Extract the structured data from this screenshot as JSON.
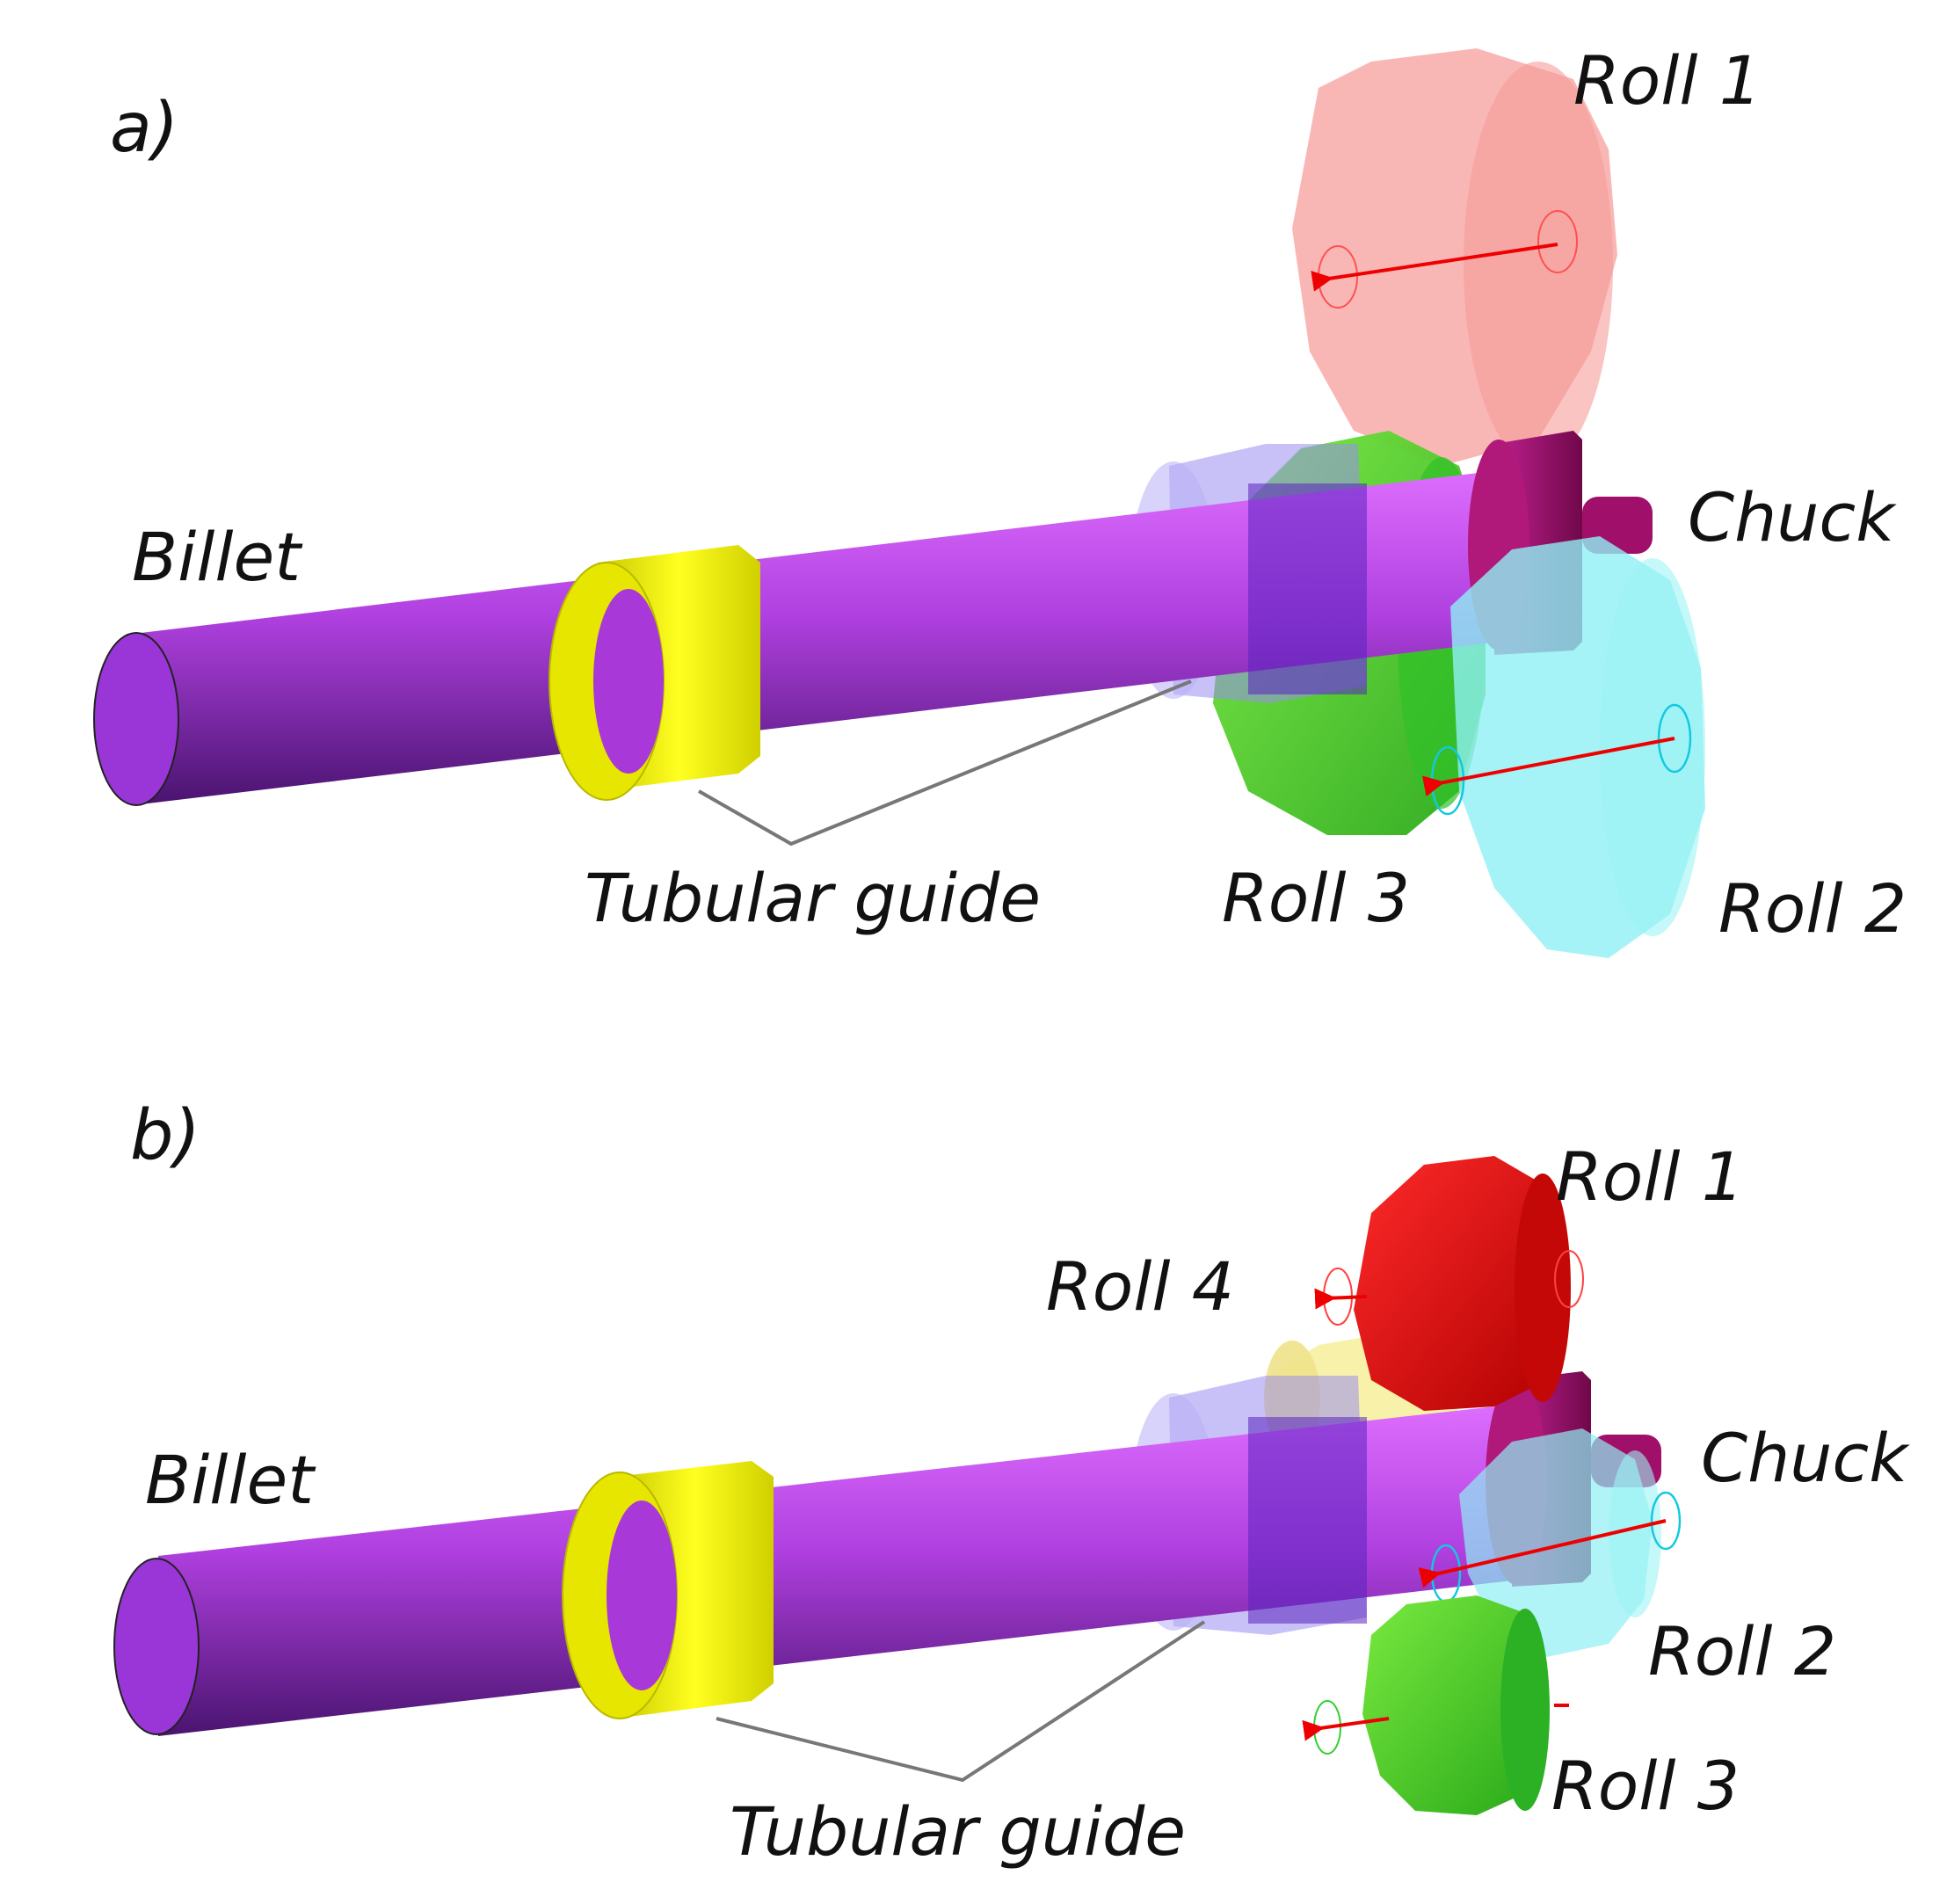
{
  "panels": [
    {
      "id": "a",
      "panel_label": "a)",
      "labels": {
        "billet": "Billet",
        "chuck": "Chuck",
        "roll1": "Roll 1",
        "roll2": "Roll 2",
        "roll3": "Roll 3",
        "guide": "Tubular guide"
      }
    },
    {
      "id": "b",
      "panel_label": "b)",
      "labels": {
        "billet": "Billet",
        "chuck": "Chuck",
        "roll1": "Roll 1",
        "roll2": "Roll 2",
        "roll3": "Roll 3",
        "roll4": "Roll 4",
        "guide": "Tubular guide"
      }
    }
  ],
  "colors": {
    "billet": "#b040e0",
    "billet_dark": "#5a1a80",
    "guide_yellow": "#f2f200",
    "guide_blue": "#9a8ef0",
    "chuck": "#a0106a",
    "roll1_a": "#f7aaa8",
    "roll1_b": "#ee1010",
    "roll2": "#8ef0f4",
    "roll3": "#44d420",
    "roll4": "#f6f0a0",
    "arrow": "#ee0000",
    "leader": "#777777"
  }
}
